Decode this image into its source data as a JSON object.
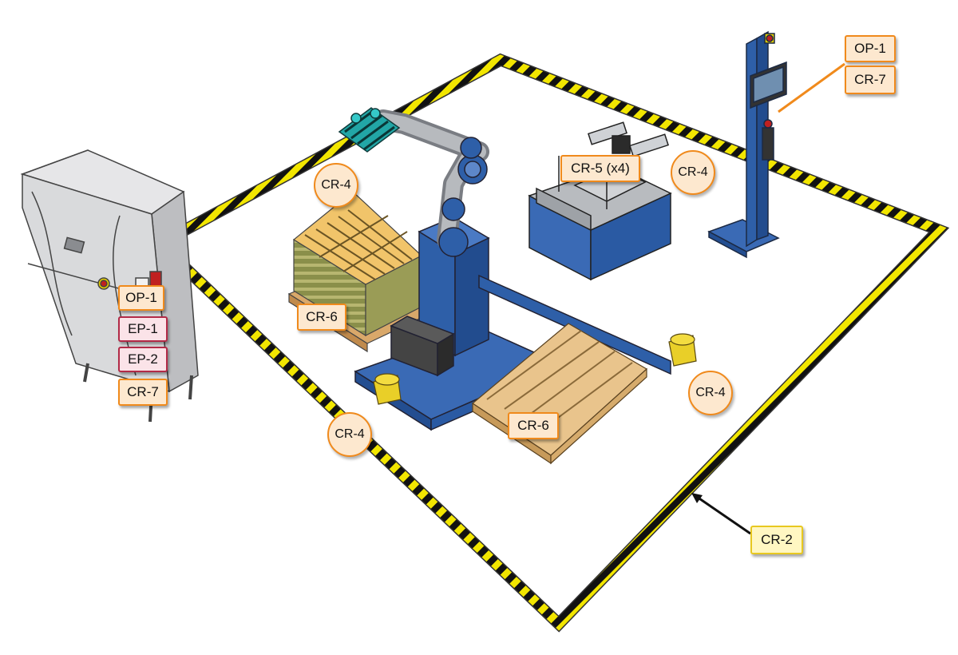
{
  "labels": {
    "op1_left": "OP-1",
    "ep1": "EP-1",
    "ep2": "EP-2",
    "cr7_left": "CR-7",
    "op1_right": "OP-1",
    "cr7_right": "CR-7",
    "cr6_pallet_left": "CR-6",
    "cr6_pallet_front": "CR-6",
    "cr5": "CR-5 (x4)",
    "cr2": "CR-2",
    "cr4_robot_arm": "CR-4",
    "cr4_station": "CR-4",
    "cr4_scanner_right": "CR-4",
    "cr4_scanner_left": "CR-4"
  },
  "colors": {
    "hazard_yellow": "#f2e600",
    "hazard_black": "#111111",
    "robot_blue": "#2e5fa8",
    "cabinet_gray": "#d9dadc",
    "pallet_wood": "#e0b77a",
    "label_fill": "#fde8cf",
    "label_border": "#f08a1c",
    "estop_fill": "#fbe3e8",
    "estop_border": "#b22a47",
    "scanner_yellow": "#e9cf28"
  },
  "icons": [
    "control-cabinet-icon",
    "robot-arm-icon",
    "gripper-icon",
    "pallet-icon",
    "work-station-icon",
    "operator-pedestal-icon",
    "safety-scanner-icon"
  ]
}
